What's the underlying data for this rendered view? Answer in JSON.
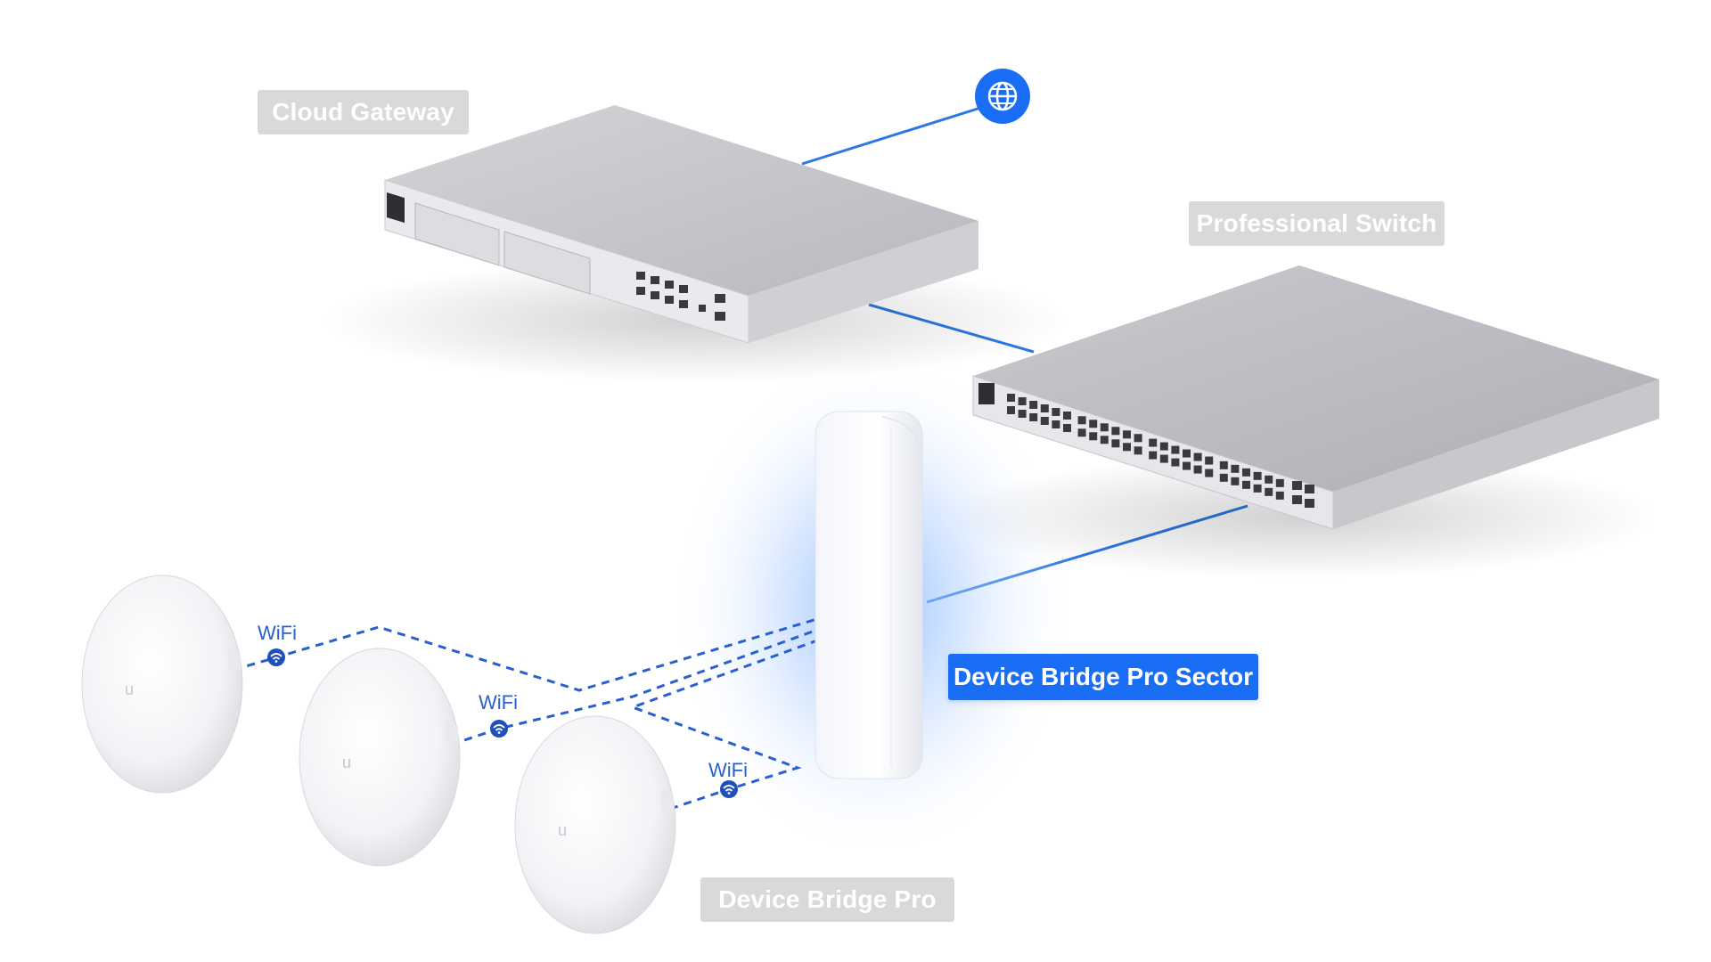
{
  "labels": {
    "cloud_gateway": "Cloud Gateway",
    "professional_switch": "Professional Switch",
    "sector": "Device Bridge Pro Sector",
    "bridge_pro": "Device Bridge Pro"
  },
  "wifi": [
    "WiFi",
    "WiFi",
    "WiFi"
  ],
  "colors": {
    "accent": "#1a6ef5",
    "link": "#2b78e4",
    "wifi_link": "#2a5fcf",
    "label_gray": "#d9d9db",
    "device_gray": "#bfc1c6"
  },
  "icons": {
    "internet": "globe-icon",
    "wifi": "wifi-icon"
  }
}
